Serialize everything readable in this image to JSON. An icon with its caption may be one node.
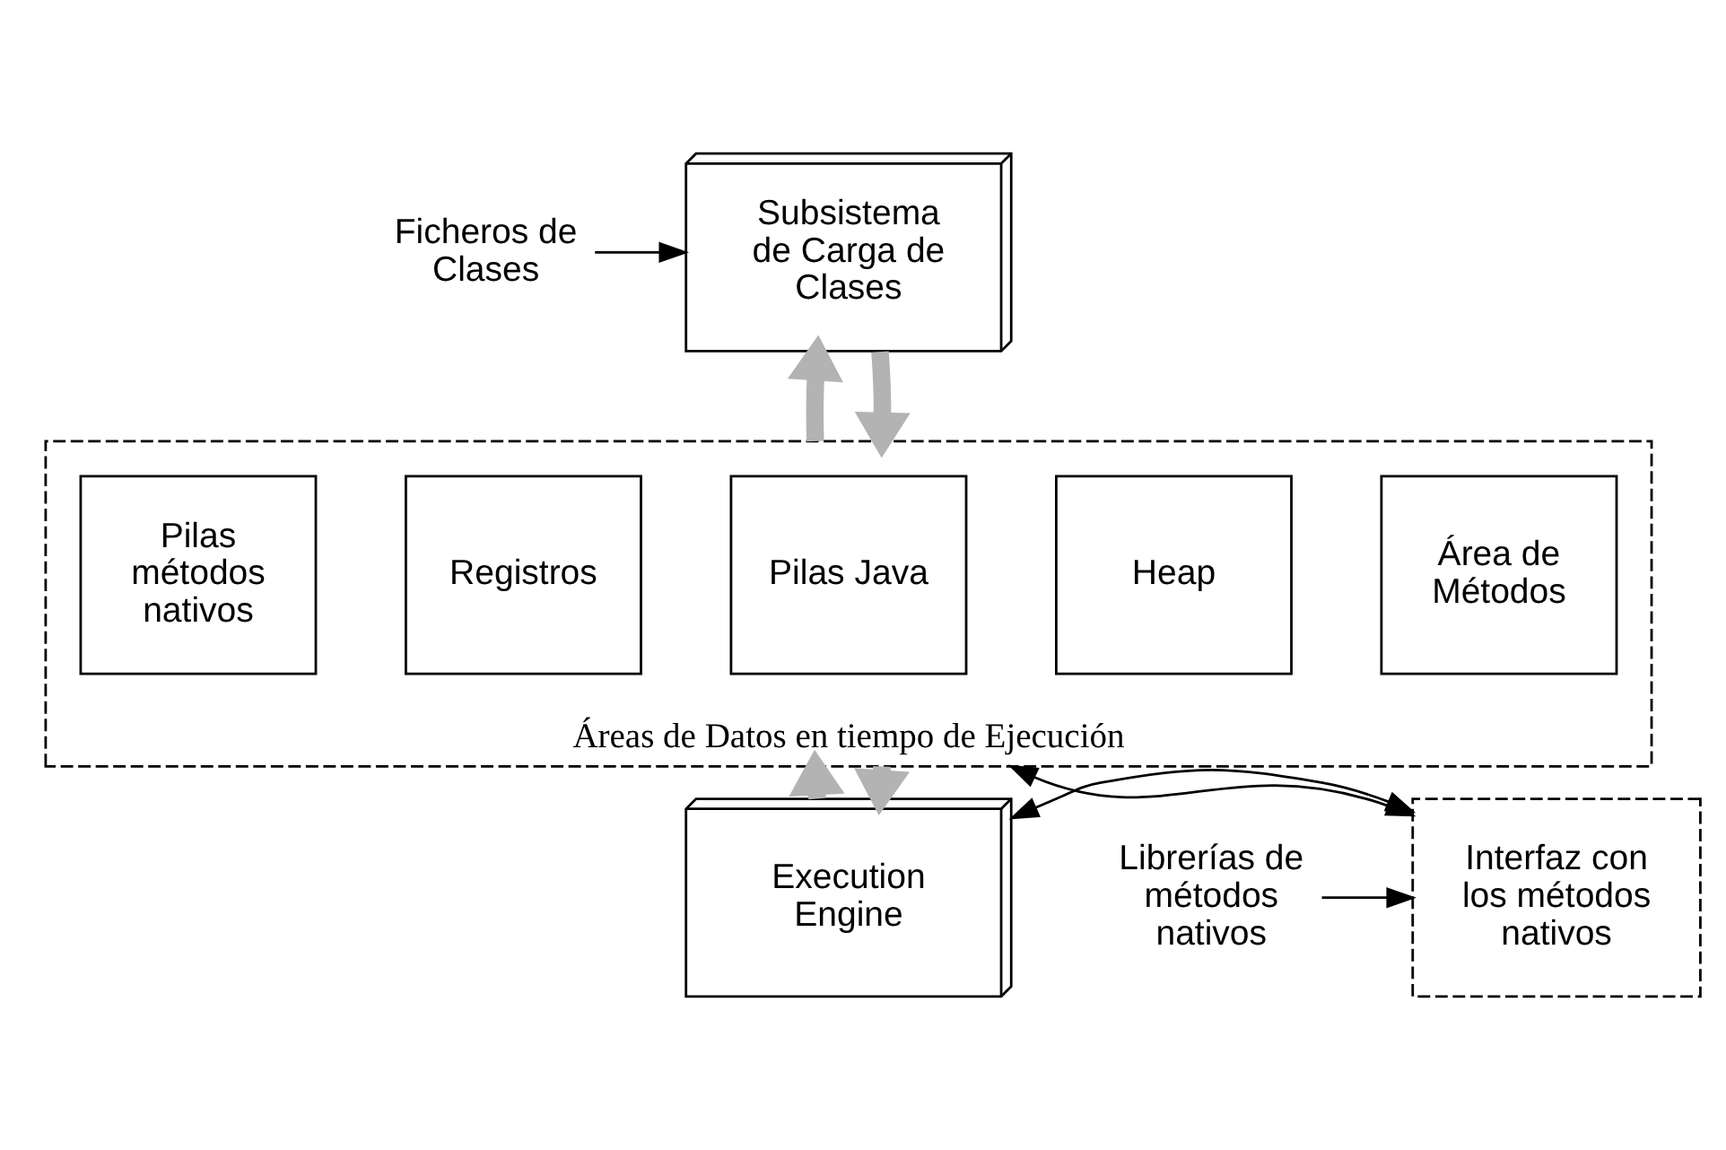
{
  "diagram": {
    "nodes": [
      {
        "text": [
          "Ficheros de Clases"
        ]
      },
      {
        "text": [
          "Subsistema de Carga de Clases"
        ]
      },
      {
        "text": [
          "Áreas de Datos en tiempo de Ejecución"
        ]
      },
      {
        "text": [
          "Área de Métodos"
        ],
        "in": 2
      },
      {
        "text": [
          "Heap"
        ],
        "in": 2
      },
      {
        "text": [
          "Pilas Java"
        ],
        "in": 2
      },
      {
        "text": [
          "Registros"
        ],
        "in": 2
      },
      {
        "text": [
          "Pilas métodos nativos"
        ],
        "in": 2
      },
      {
        "text": [
          "Execution Engine"
        ]
      },
      {
        "text": [
          "Interfaz con los métodos nativos"
        ]
      },
      {
        "text": [
          "Librerías de métodos nativos"
        ]
      }
    ],
    "edges": [
      {
        "from": 0,
        "to": 1,
        "arrow": "to"
      },
      {
        "from": 2,
        "to": 1,
        "arrow": "to",
        "style": "thick",
        "color": "#b3b3b3"
      },
      {
        "from": 1,
        "to": 2,
        "arrow": "to",
        "style": "thick",
        "color": "#b3b3b3"
      },
      {
        "from": 8,
        "to": 2,
        "arrow": "to",
        "style": "thick",
        "color": "#b3b3b3"
      },
      {
        "from": 2,
        "to": 8,
        "arrow": "to",
        "style": "thick",
        "color": "#b3b3b3"
      },
      {
        "from": 2,
        "to": 9,
        "arrow": "both"
      },
      {
        "from": 8,
        "to": 9,
        "arrow": "both"
      },
      {
        "from": 10,
        "to": 9,
        "arrow": "to"
      }
    ]
  }
}
